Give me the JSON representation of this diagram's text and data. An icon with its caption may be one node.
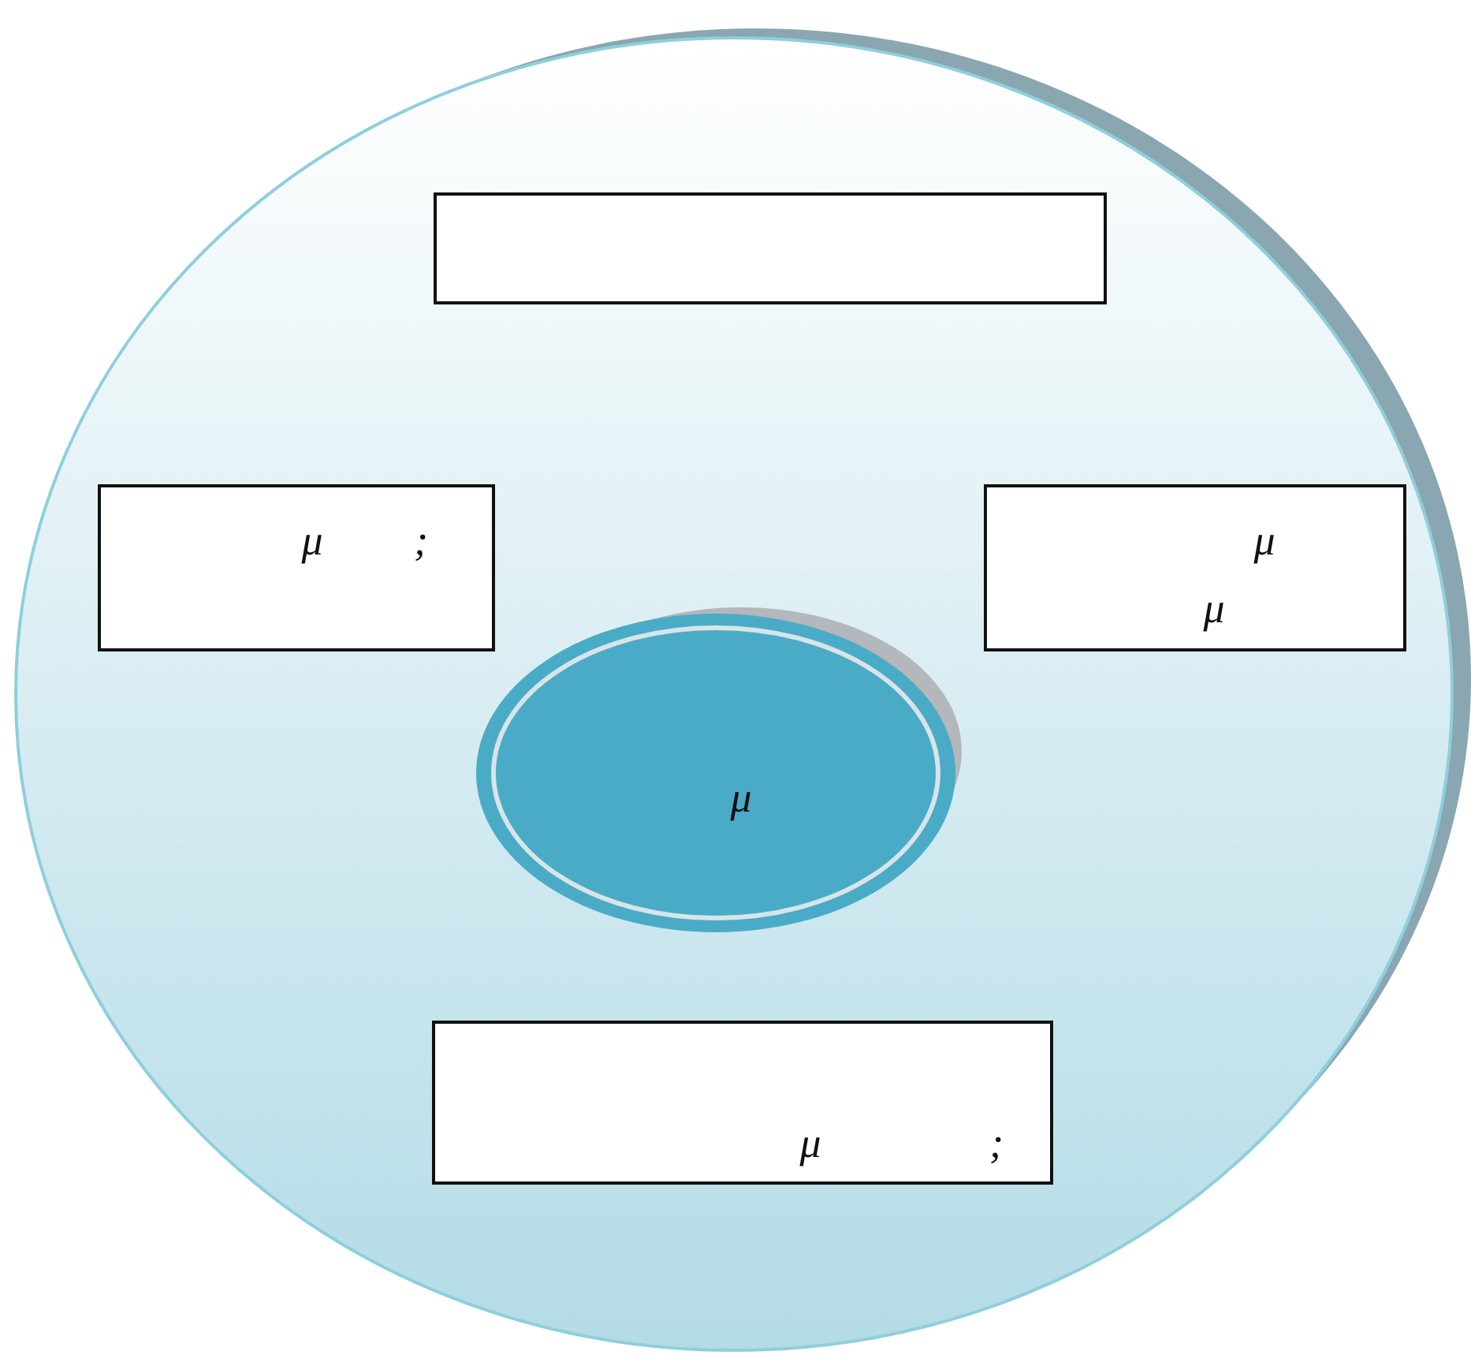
{
  "diagram": {
    "nodes": [
      {
        "text": [],
        "shape": "circle"
      },
      {
        "text": [],
        "shape": "box",
        "in": 0
      },
      {
        "text": [
          "μ",
          ";"
        ],
        "in": 0
      },
      {
        "text": [
          "μ",
          "μ"
        ],
        "in": 0
      },
      {
        "text": [
          "μ"
        ],
        "in": 0
      },
      {
        "text": [
          "μ",
          ";"
        ],
        "in": 0
      }
    ]
  }
}
